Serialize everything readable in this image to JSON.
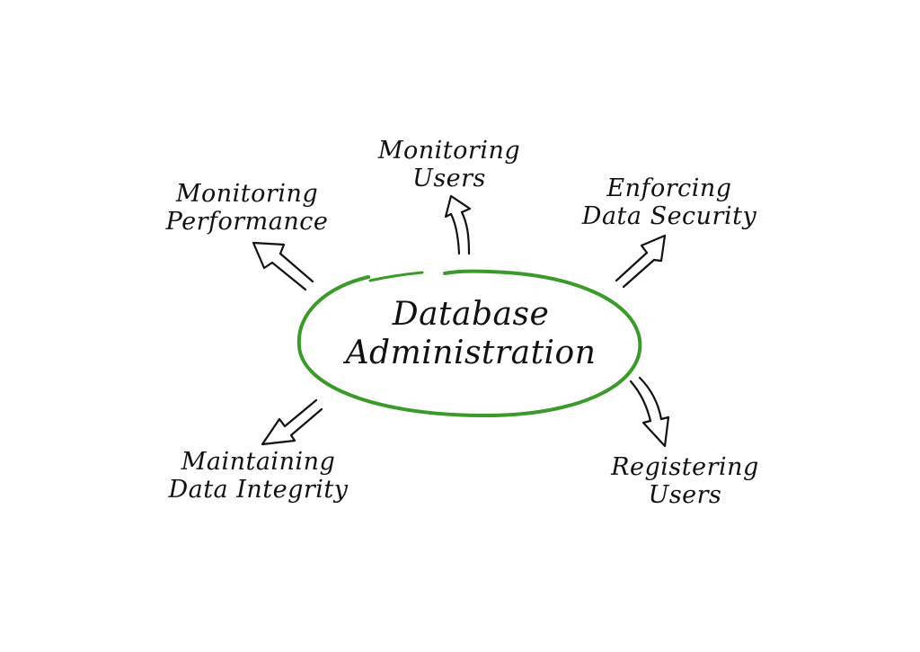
{
  "center": {
    "line1": "Database",
    "line2": "Administration"
  },
  "items": [
    {
      "id": "monitoring-performance",
      "line1": "Monitoring",
      "line2": "Performance"
    },
    {
      "id": "monitoring-users",
      "line1": "Monitoring",
      "line2": "Users"
    },
    {
      "id": "enforcing-data-security",
      "line1": "Enforcing",
      "line2": "Data Security"
    },
    {
      "id": "maintaining-data-integrity",
      "line1": "Maintaining",
      "line2": "Data Integrity"
    },
    {
      "id": "registering-users",
      "line1": "Registering",
      "line2": "Users"
    }
  ],
  "colors": {
    "ellipse": "#3a9a2a",
    "ink": "#111111",
    "background": "#ffffff"
  }
}
